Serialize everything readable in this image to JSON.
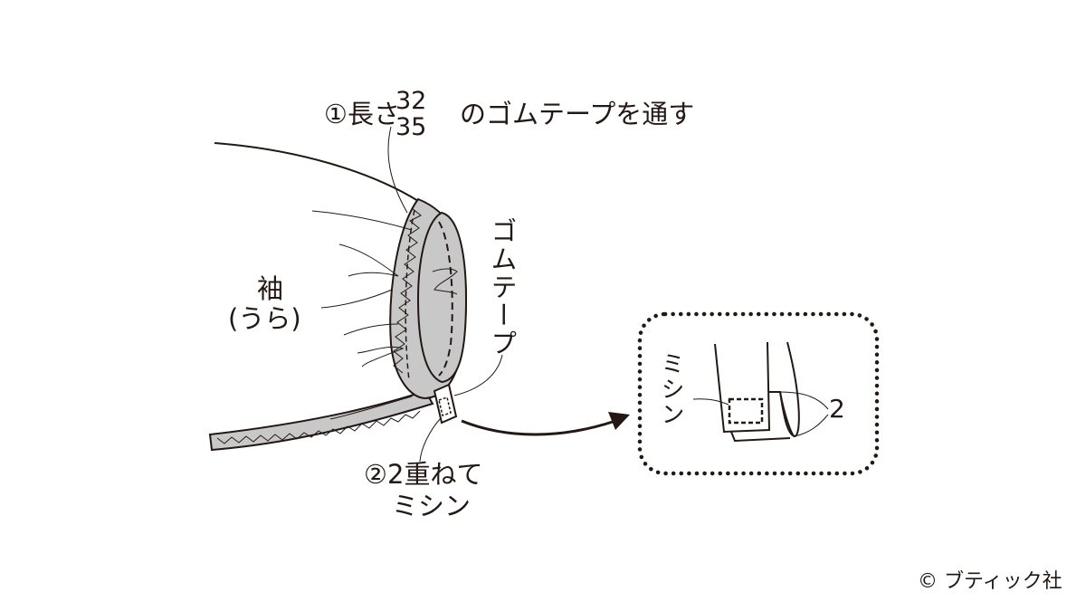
{
  "title": {
    "prefix": "①長さ",
    "fraction_top": "32",
    "fraction_bottom": "35",
    "suffix": "のゴムテープを通す"
  },
  "labels": {
    "sleeve": "袖",
    "sleeve_side": "(うら)",
    "elastic_tape": "ゴムテープ",
    "step2_line1": "②2重ねて",
    "step2_line2": "ミシン",
    "inset_stitch": "ミシン",
    "inset_overlap": "2"
  },
  "copyright": "© ブティック社",
  "colors": {
    "fabric_fill": "#c8c8c8",
    "line": "#231815"
  }
}
